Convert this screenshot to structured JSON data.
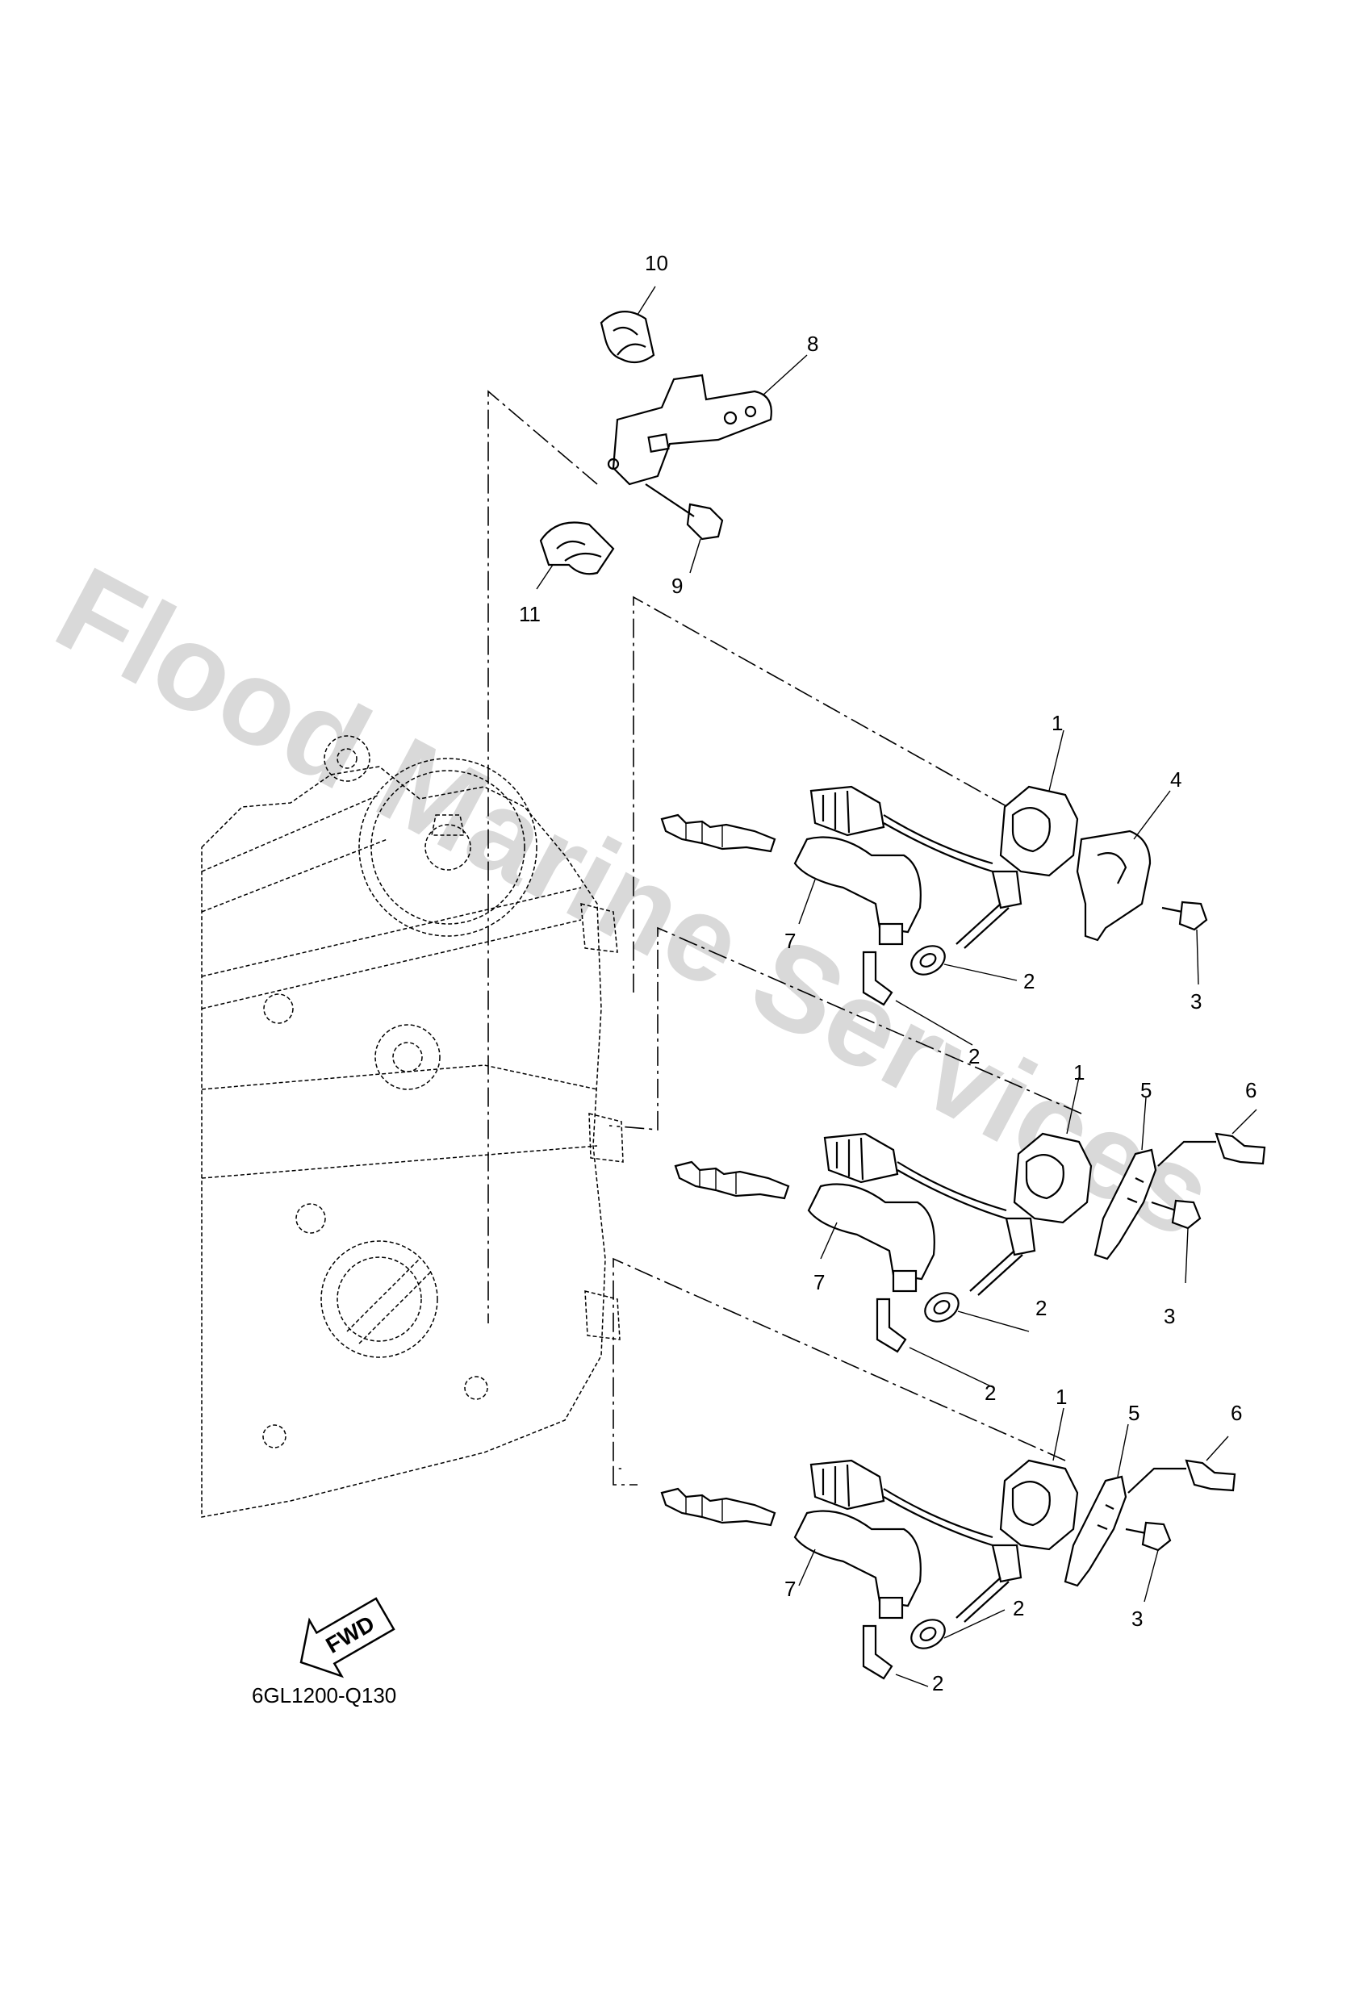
{
  "watermark": "Flood Marine Services",
  "diagram_code": "6GL1200-Q130",
  "fwd_label": "FWD",
  "callouts": {
    "c10": "10",
    "c8": "8",
    "c9": "9",
    "c11": "11",
    "coil1_a": "1",
    "cap4": "4",
    "bolt3_a": "3",
    "cap7_a": "7",
    "seal2_a1": "2",
    "seal2_a2": "2",
    "coil1_b": "1",
    "clamp5_b": "5",
    "clip6_b": "6",
    "bolt3_b": "3",
    "cap7_b": "7",
    "seal2_b1": "2",
    "seal2_b2": "2",
    "coil1_c": "1",
    "clamp5_c": "5",
    "clip6_c": "6",
    "bolt3_c": "3",
    "cap7_c": "7",
    "seal2_c1": "2",
    "seal2_c2": "2"
  }
}
